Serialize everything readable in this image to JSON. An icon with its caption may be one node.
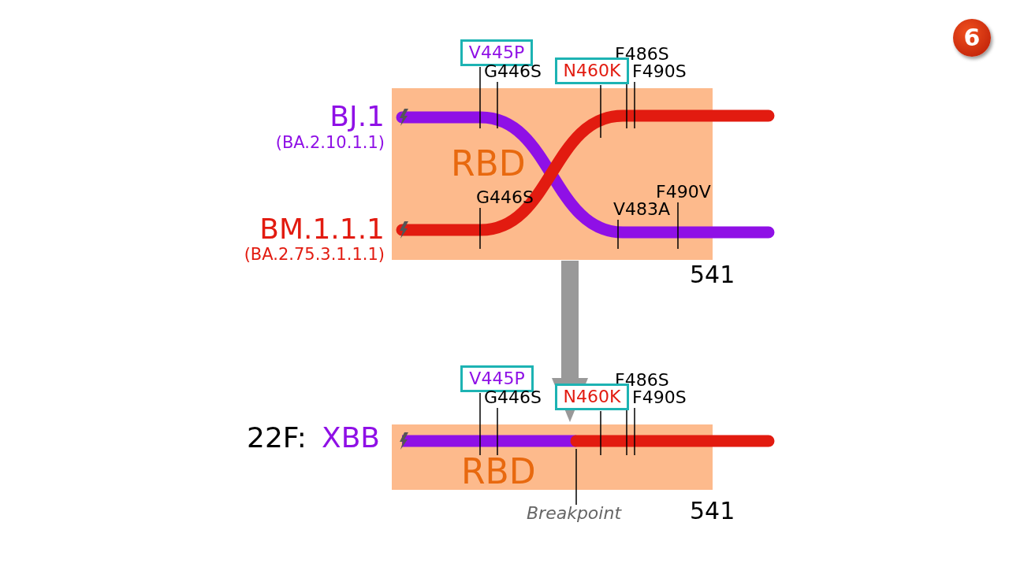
{
  "diagram": {
    "nodes": [
      {
        "text": [
          "6"
        ]
      },
      {
        "text": [
          "V445P"
        ]
      },
      {
        "text": [
          "F486S"
        ]
      },
      {
        "text": [
          "G446S"
        ]
      },
      {
        "text": [
          "N460K"
        ]
      },
      {
        "text": [
          "F490S"
        ]
      },
      {
        "text": [
          "RBD"
        ],
        "beside": [
          "541"
        ]
      },
      {
        "text": [
          "F490V"
        ],
        "in": 6
      },
      {
        "text": [
          "G446S"
        ],
        "in": 6
      },
      {
        "text": [
          "V483A"
        ],
        "in": 6
      },
      {
        "text": [
          "V445P"
        ]
      },
      {
        "text": [
          "F486S"
        ]
      },
      {
        "text": [
          "G446S"
        ]
      },
      {
        "text": [
          "N460K"
        ]
      },
      {
        "text": [
          "F490S"
        ]
      },
      {
        "text": [
          "RBD"
        ],
        "beside": [
          "541"
        ]
      },
      {
        "text": [
          "Breakpoint"
        ]
      }
    ],
    "edges": [
      {
        "from": 1,
        "to": 6,
        "arrow": "none"
      },
      {
        "from": 3,
        "to": 6,
        "arrow": "none"
      },
      {
        "from": 4,
        "to": 6,
        "arrow": "none"
      },
      {
        "from": 2,
        "to": 6,
        "arrow": "none"
      },
      {
        "from": 5,
        "to": 6,
        "arrow": "none"
      },
      {
        "from": 8,
        "to": null,
        "arrow": "none"
      },
      {
        "from": 9,
        "to": null,
        "arrow": "none"
      },
      {
        "from": 7,
        "to": null,
        "arrow": "none"
      },
      {
        "from": 10,
        "to": 15,
        "arrow": "none"
      },
      {
        "from": 12,
        "to": 15,
        "arrow": "none"
      },
      {
        "from": 13,
        "to": 15,
        "arrow": "none"
      },
      {
        "from": 11,
        "to": 15,
        "arrow": "none"
      },
      {
        "from": 14,
        "to": 15,
        "arrow": "none"
      },
      {
        "from": 16,
        "to": 15,
        "arrow": "none"
      },
      {
        "from": 6,
        "to": 15,
        "arrow": "to",
        "style": "thick",
        "color": "#999999"
      }
    ],
    "labels": [
      "BJ.1",
      "(BA.2.10.1.1)",
      "BM.1.1.1",
      "(BA.2.75.3.1.1.1)",
      "22F:",
      "XBB"
    ]
  }
}
